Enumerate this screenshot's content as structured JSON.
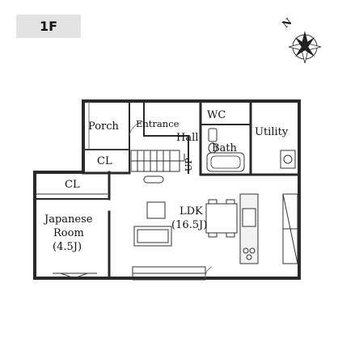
{
  "floor_label": "1F",
  "compass": {
    "north_label": "N"
  },
  "rooms": {
    "porch": "Porch",
    "entrance": "Entrance",
    "hall": "Hall",
    "wc": "WC",
    "bath": "Bath",
    "utility": "Utility",
    "cl_entry": "CL",
    "cl_japanese": "CL",
    "japanese_line1": "Japanese",
    "japanese_line2": "Room",
    "japanese_line3": "(4.5J)",
    "ldk_line1": "LDK",
    "ldk_line2": "(16.5J)"
  },
  "stairs": {
    "direction_label": "UP"
  },
  "colors": {
    "wall": "#2a2a2a",
    "badge": "#e3e3e3",
    "counter": "#f2f2f2"
  }
}
